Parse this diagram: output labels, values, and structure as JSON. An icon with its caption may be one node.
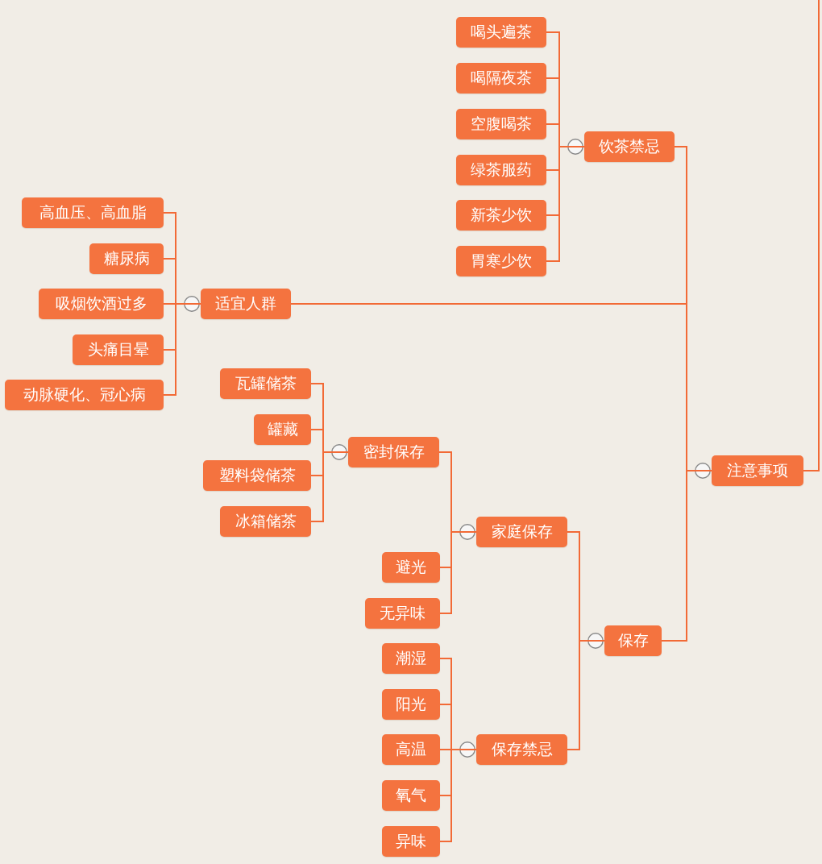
{
  "diagram": {
    "nodes": [
      {
        "text": [
          "注意事项"
        ]
      },
      {
        "text": [
          "饮茶禁忌"
        ]
      },
      {
        "text": [
          "喝头遍茶"
        ]
      },
      {
        "text": [
          "喝隔夜茶"
        ]
      },
      {
        "text": [
          "空腹喝茶"
        ]
      },
      {
        "text": [
          "绿茶服药"
        ]
      },
      {
        "text": [
          "新茶少饮"
        ]
      },
      {
        "text": [
          "胃寒少饮"
        ]
      },
      {
        "text": [
          "适宜人群"
        ]
      },
      {
        "text": [
          "高血压、高血脂"
        ]
      },
      {
        "text": [
          "糖尿病"
        ]
      },
      {
        "text": [
          "吸烟饮酒过多"
        ]
      },
      {
        "text": [
          "头痛目晕"
        ]
      },
      {
        "text": [
          "动脉硬化、冠心病"
        ]
      },
      {
        "text": [
          "保存"
        ]
      },
      {
        "text": [
          "家庭保存"
        ]
      },
      {
        "text": [
          "密封保存"
        ]
      },
      {
        "text": [
          "瓦罐储茶"
        ]
      },
      {
        "text": [
          "罐藏"
        ]
      },
      {
        "text": [
          "塑料袋储茶"
        ]
      },
      {
        "text": [
          "冰箱储茶"
        ]
      },
      {
        "text": [
          "避光"
        ]
      },
      {
        "text": [
          "无异味"
        ]
      },
      {
        "text": [
          "保存禁忌"
        ]
      },
      {
        "text": [
          "潮湿"
        ]
      },
      {
        "text": [
          "阳光"
        ]
      },
      {
        "text": [
          "高温"
        ]
      },
      {
        "text": [
          "氧气"
        ]
      },
      {
        "text": [
          "异味"
        ]
      }
    ],
    "edges": [
      {
        "from": null,
        "to": 0,
        "arrow": "none"
      },
      {
        "from": 0,
        "to": 1,
        "arrow": "none"
      },
      {
        "from": 1,
        "to": 2,
        "arrow": "none"
      },
      {
        "from": 1,
        "to": 3,
        "arrow": "none"
      },
      {
        "from": 1,
        "to": 4,
        "arrow": "none"
      },
      {
        "from": 1,
        "to": 5,
        "arrow": "none"
      },
      {
        "from": 1,
        "to": 6,
        "arrow": "none"
      },
      {
        "from": 1,
        "to": 7,
        "arrow": "none"
      },
      {
        "from": 0,
        "to": 8,
        "arrow": "none"
      },
      {
        "from": 8,
        "to": 9,
        "arrow": "none"
      },
      {
        "from": 8,
        "to": 10,
        "arrow": "none"
      },
      {
        "from": 8,
        "to": 11,
        "arrow": "none"
      },
      {
        "from": 8,
        "to": 12,
        "arrow": "none"
      },
      {
        "from": 8,
        "to": 13,
        "arrow": "none"
      },
      {
        "from": 0,
        "to": 14,
        "arrow": "none"
      },
      {
        "from": 14,
        "to": 15,
        "arrow": "none"
      },
      {
        "from": 15,
        "to": 16,
        "arrow": "none"
      },
      {
        "from": 16,
        "to": 17,
        "arrow": "none"
      },
      {
        "from": 16,
        "to": 18,
        "arrow": "none"
      },
      {
        "from": 16,
        "to": 19,
        "arrow": "none"
      },
      {
        "from": 16,
        "to": 20,
        "arrow": "none"
      },
      {
        "from": 15,
        "to": 21,
        "arrow": "none"
      },
      {
        "from": 15,
        "to": 22,
        "arrow": "none"
      },
      {
        "from": 14,
        "to": 23,
        "arrow": "none"
      },
      {
        "from": 23,
        "to": 24,
        "arrow": "none"
      },
      {
        "from": 23,
        "to": 25,
        "arrow": "none"
      },
      {
        "from": 23,
        "to": 26,
        "arrow": "none"
      },
      {
        "from": 23,
        "to": 27,
        "arrow": "none"
      },
      {
        "from": 23,
        "to": 28,
        "arrow": "none"
      }
    ]
  }
}
